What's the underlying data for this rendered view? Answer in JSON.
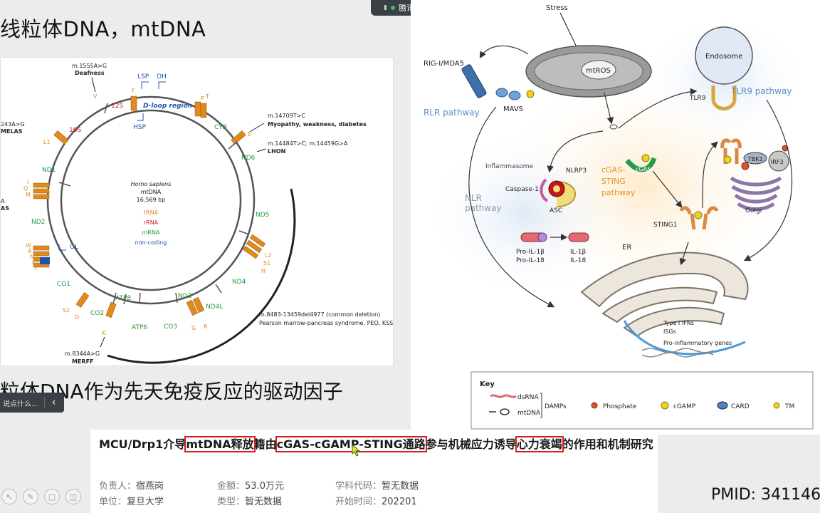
{
  "meeting": {
    "title": "腾讯会议"
  },
  "slide": {
    "title": "线粒体DNA，mtDNA",
    "subtitle": "粒体DNA作为先天免疫反应的驱动因子"
  },
  "left_panel": {
    "collapsed_label": "说点什么...",
    "toggle_glyph": "‹"
  },
  "mtdna_figure": {
    "center": [
      "Homo sapiens",
      "mtDNA",
      "16,569 bp"
    ],
    "legend": [
      {
        "label": "tRNA",
        "color": "#e08a1e"
      },
      {
        "label": "rRNA",
        "color": "#c8202a"
      },
      {
        "label": "mRNA",
        "color": "#2a9a3a"
      },
      {
        "label": "non-coding",
        "color": "#2255aa"
      }
    ],
    "genes": {
      "s12": "12S",
      "s16": "16S",
      "nd1": "ND1",
      "nd2": "ND2",
      "co1": "CO1",
      "co2": "CO2",
      "atp8": "ATP8",
      "atp6": "ATP6",
      "co3": "CO3",
      "nd3": "ND3",
      "nd4l": "ND4L",
      "nd4": "ND4",
      "nd5": "ND5",
      "nd6": "ND6",
      "cyb": "CYB",
      "dloop": "D-loop region",
      "lsp": "LSP",
      "oh": "OH",
      "hsp": "HSP",
      "ol": "OL"
    },
    "trna": {
      "f": "F",
      "v": "V",
      "l1": "L1",
      "i": "I",
      "q": "Q",
      "m": "M",
      "w": "W",
      "a": "A",
      "n": "N",
      "c": "C",
      "y": "Y",
      "s2": "S2",
      "d": "D",
      "k": "K",
      "g": "G",
      "r": "R",
      "h": "H",
      "s1": "S1",
      "l2": "L2",
      "e": "E",
      "t": "T",
      "p": "P"
    },
    "mutations": [
      {
        "variant": "m.1555A>G",
        "disease": "Deafness"
      },
      {
        "variant": "243A>G",
        "disease": "MELAS"
      },
      {
        "variant": "m.14709T>C",
        "disease": "Myopathy, weakness, diabetes"
      },
      {
        "variant": "m.14484T>C; m.14459G>A",
        "disease": "LHON"
      },
      {
        "variant": "m.8483-13459del4977 (common deletion)",
        "disease": "Pearson marrow-pancreas syndrome, PEO, KSS"
      },
      {
        "variant": "m.8344A>G",
        "disease": "MERFF"
      },
      {
        "variant": "A",
        "disease": "AS"
      }
    ]
  },
  "pathway_figure": {
    "labels": {
      "stress": "Stress",
      "rig": "RIG-I/MDA5",
      "mtros": "mtROS",
      "mavs": "MAVS",
      "rlr": "RLR pathway",
      "endosome": "Endosome",
      "tlr9": "TLR9",
      "tlr9_pathway": "TLR9 pathway",
      "inflammasome": "Inflammasome",
      "nlrp3": "NLRP3",
      "caspase": "Caspase-1",
      "asc": "ASC",
      "nlr": "NLR",
      "nlr2": "pathway",
      "cgas": "cGAS",
      "cgas_pw1": "cGAS-",
      "cgas_pw2": "STING",
      "cgas_pw3": "pathway",
      "tbk1": "TBK1",
      "irf3": "IRF3",
      "golgi": "Golgi",
      "sting1": "STING1",
      "er": "ER",
      "pro_il1b": "Pro-IL-1β",
      "pro_il18": "Pro-IL-18",
      "il1b": "IL-1β",
      "il18": "IL-18",
      "type1": "Type I IFNs",
      "isgs": "ISGs",
      "proinfl": "Pro-inflammatory genes"
    },
    "key": {
      "title": "Key",
      "dsrna": "dsRNA",
      "mtdna": "mtDNA",
      "damps": "DAMPs",
      "phosphate": "Phosphate",
      "cgamp": "cGAMP",
      "card": "CARD",
      "tm": "TM"
    }
  },
  "project": {
    "title_parts": [
      "MCU/Drp1介导",
      "mtDNA释放",
      "籍由",
      "cGAS-cGAMP-STING通路",
      "参与机械应力诱导",
      "心力衰竭",
      "的作用和机制研究"
    ],
    "meta": {
      "leader_k": "负责人：",
      "leader_v": "宿燕岗",
      "amount_k": "金额：",
      "amount_v": "53.0万元",
      "code_k": "学科代码：",
      "code_v": "暂无数据",
      "unit_k": "单位：",
      "unit_v": "复旦大学",
      "type_k": "类型：",
      "type_v": "暂无数据",
      "start_k": "开始时间：",
      "start_v": "202201"
    }
  },
  "pmid": "PMID: 341146"
}
